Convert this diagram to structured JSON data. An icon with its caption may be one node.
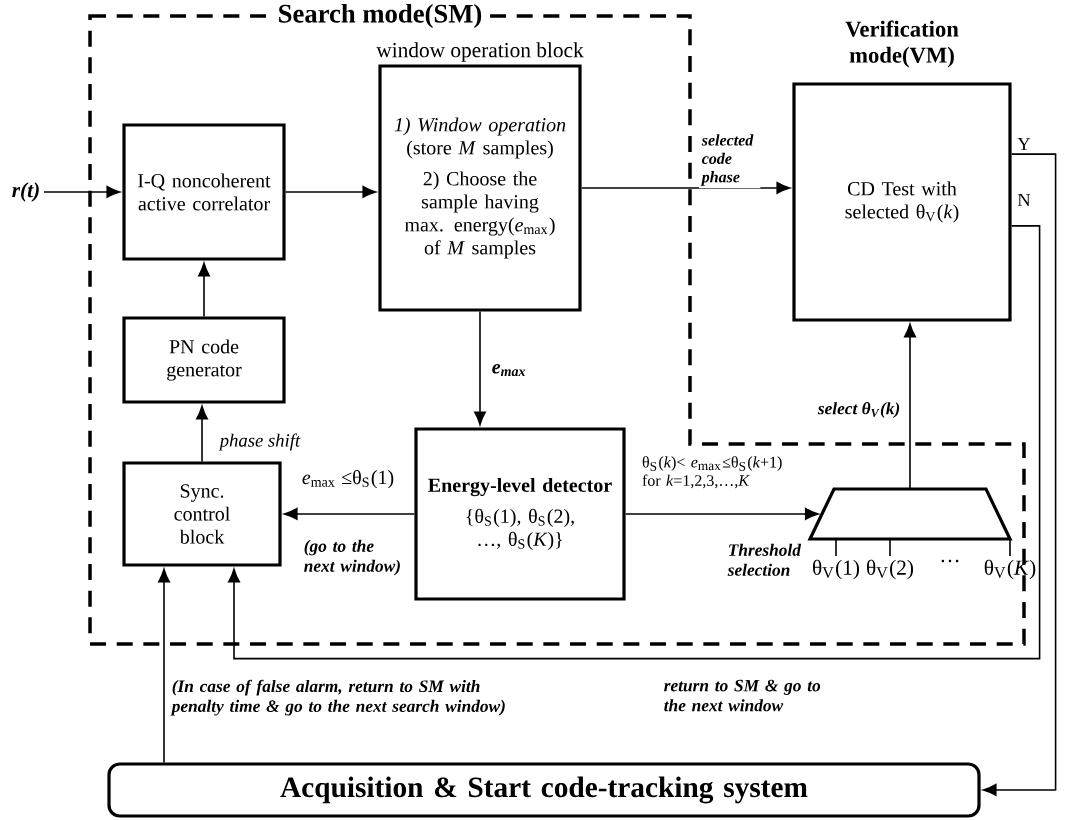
{
  "diagram": {
    "nodes": [
      {
        "text": [
          "Search mode(SM)"
        ]
      },
      {
        "text": [
          "I-Q noncoherent active correlator"
        ],
        "in": 0
      },
      {
        "text": [
          "window operation block",
          "*1) Window operation* (store *M* samples)",
          "2) Choose the sample having max. energy(*e*$_{max}$) of *M* samples"
        ],
        "in": 0
      },
      {
        "text": [
          "Verification mode(VM)",
          "CD Test with selected θ$_{V}$(*k*)"
        ]
      },
      {
        "text": [
          "PN code generator"
        ],
        "in": 0
      },
      {
        "text": [
          "Sync. control block"
        ],
        "in": 0
      },
      {
        "text": [
          "Energy-level detector",
          "{θ$_{S}$(1), θ$_{S}$(2), …, θ$_{S}$(*K*)}"
        ],
        "in": 0
      },
      {
        "text": [],
        "shape": "trapezoid",
        "in": 0,
        "beside": [
          "θ$_{V}$(1)",
          "θ$_{V}$(2)",
          "···",
          "θ$_{V}$(*K*)"
        ]
      },
      {
        "text": [
          "Acquisition & Start code-tracking system"
        ]
      }
    ],
    "edges": [
      {
        "from": null,
        "to": 1,
        "arrow": "to",
        "label": "*r*(*t*)"
      },
      {
        "from": 1,
        "to": 2,
        "arrow": "to"
      },
      {
        "from": 2,
        "to": 3,
        "arrow": "to",
        "label": "selected code phase"
      },
      {
        "from": 2,
        "to": 6,
        "arrow": "to",
        "label": "*e*$_{max}$"
      },
      {
        "from": 6,
        "to": 5,
        "arrow": "to",
        "label": "*e*$_{max}$ ≤θ$_{S}$(1)"
      },
      {
        "from": 5,
        "to": 4,
        "arrow": "to",
        "label": "phase shift"
      },
      {
        "from": 4,
        "to": 1,
        "arrow": "to"
      },
      {
        "from": 6,
        "to": 7,
        "arrow": "to",
        "label": "θ$_{S}$(*k*)< *e*$_{max}$≤θ$_{S}$(*k*+1) for *k*=1,2,3,…,*K*"
      },
      {
        "from": 7,
        "to": 3,
        "arrow": "to",
        "label": "select θ$_{V}$(*k*)"
      },
      {
        "from": 3,
        "to": 8,
        "arrow": "to",
        "label": "Y"
      },
      {
        "from": 3,
        "to": 5,
        "arrow": "to",
        "label": "N"
      },
      {
        "from": 8,
        "to": 5,
        "arrow": "to",
        "label": "(In case of false alarm, return to SM with penalty time & go to the next search window)"
      }
    ],
    "labels": [
      "(go to the next window)",
      "Threshold selection",
      "return to SM & go to the next window"
    ]
  }
}
